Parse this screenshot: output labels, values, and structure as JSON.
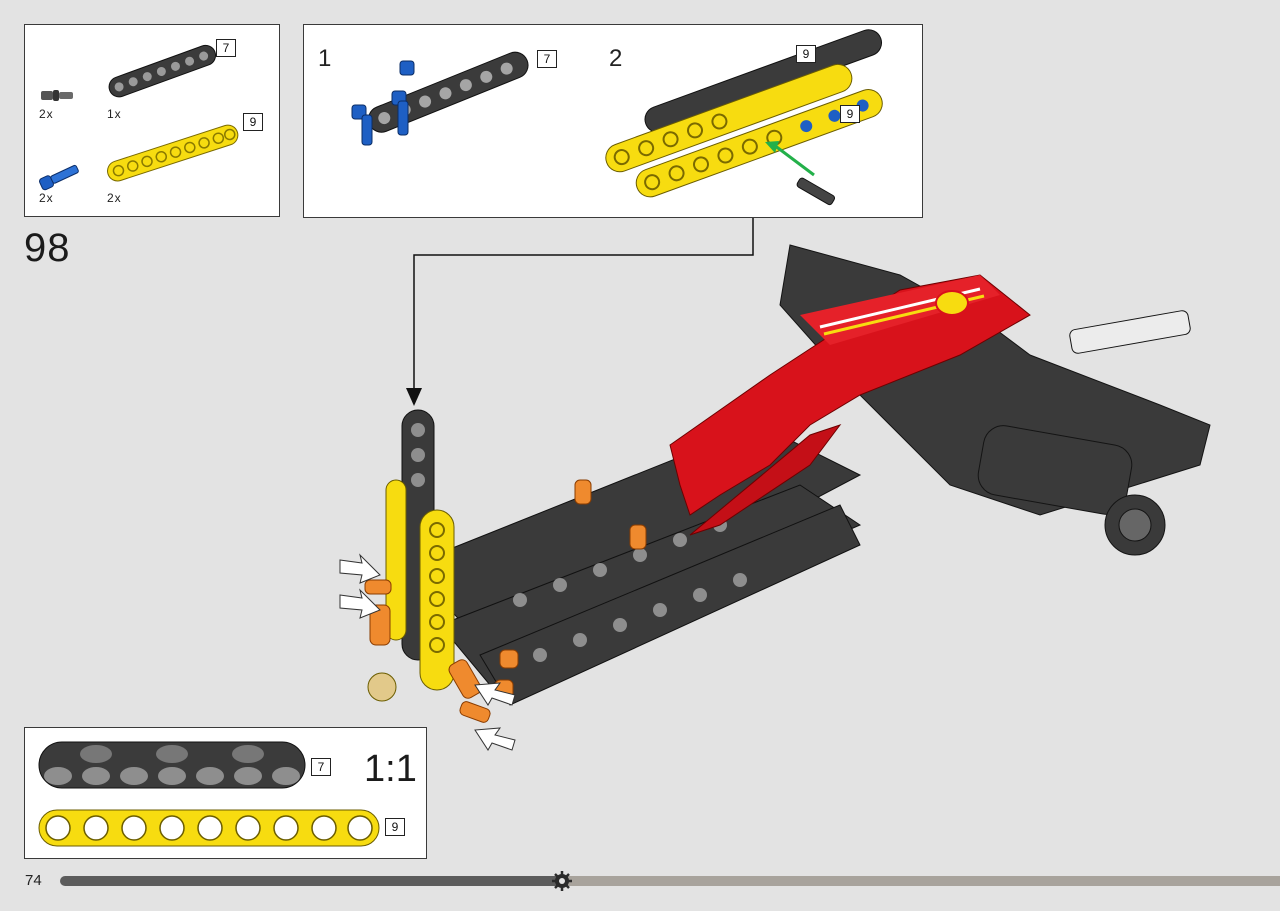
{
  "page_number": "74",
  "step": {
    "number": "98"
  },
  "parts_list": [
    {
      "part": "black-pin",
      "qty": "2x"
    },
    {
      "part": "black-beam-7",
      "qty": "1x",
      "length": "7"
    },
    {
      "part": "blue-axle-pin",
      "qty": "2x"
    },
    {
      "part": "yellow-beam-9",
      "qty": "2x",
      "length": "9"
    }
  ],
  "substeps": [
    {
      "number": "1",
      "beam_length": "7"
    },
    {
      "number": "2",
      "beam_lengths": [
        "9",
        "9"
      ]
    }
  ],
  "scale_reference": {
    "label": "1:1",
    "beams": [
      {
        "color": "black",
        "length": "7"
      },
      {
        "color": "yellow",
        "length": "9"
      }
    ]
  },
  "progress": {
    "fraction": 0.39,
    "marker": "gear-icon"
  },
  "colors": {
    "background": "#e3e3e3",
    "beam_black": "#3b3b3b",
    "beam_yellow": "#f7dc10",
    "pin_blue": "#1e5fc4",
    "chassis_red": "#d8121b",
    "bush_orange": "#ef8a2e",
    "arrow_green": "#23b04a"
  }
}
